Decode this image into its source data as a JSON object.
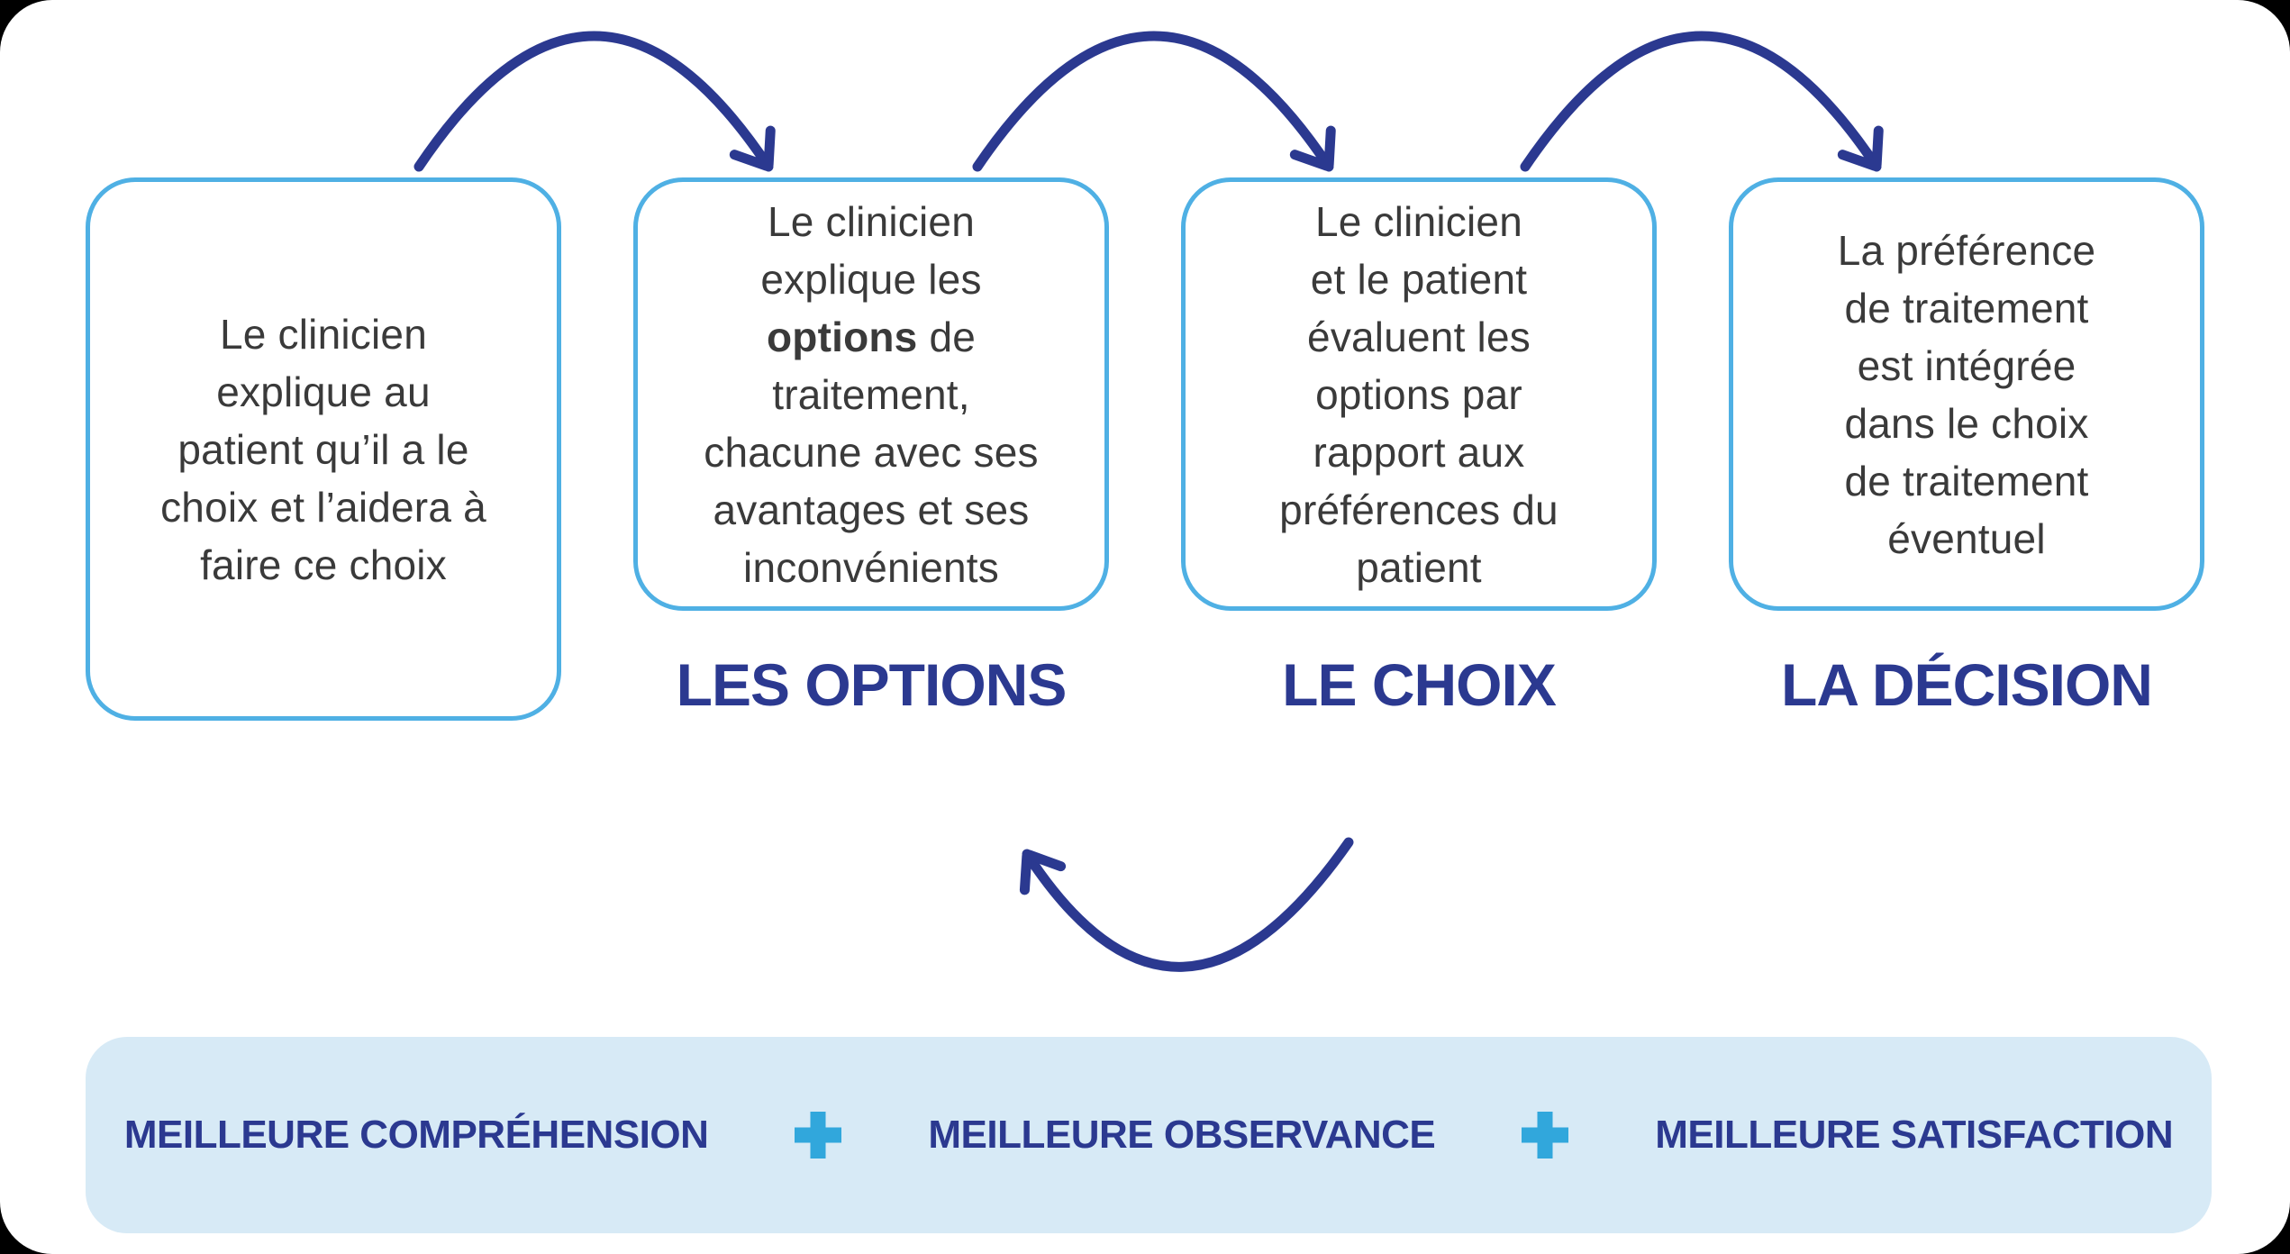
{
  "colors": {
    "navy": "#2B3990",
    "box_border": "#4FB0E4",
    "plus_cyan": "#31A7DC",
    "banner_bg": "#D7EAF6",
    "text_dark": "#3A3A3A",
    "page_bg": "#FFFFFF",
    "outer_bg": "#000000"
  },
  "steps": [
    {
      "text": "Le clinicien\nexplique au\npatient qu’il a le\nchoix et l’aidera à\nfaire ce choix"
    },
    {
      "text_before_bold": "Le clinicien\nexplique les\n",
      "bold_word": "options",
      "text_after_bold": " de\ntraitement,\nchacune avec ses\navantages et ses\ninconvénients",
      "label": "LES OPTIONS"
    },
    {
      "text": "Le clinicien\net le patient\névaluent les\noptions par\nrapport aux\npréférences du\npatient",
      "label": "LE CHOIX"
    },
    {
      "text": "La préférence\nde traitement\nest intégrée\ndans le choix\nde traitement\néventuel",
      "label": "LA DÉCISION"
    }
  ],
  "banner": {
    "items": [
      "MEILLEURE COMPRÉHENSION",
      "MEILLEURE OBSERVANCE",
      "MEILLEURE SATISFACTION"
    ],
    "separator_icon": "plus-icon"
  }
}
